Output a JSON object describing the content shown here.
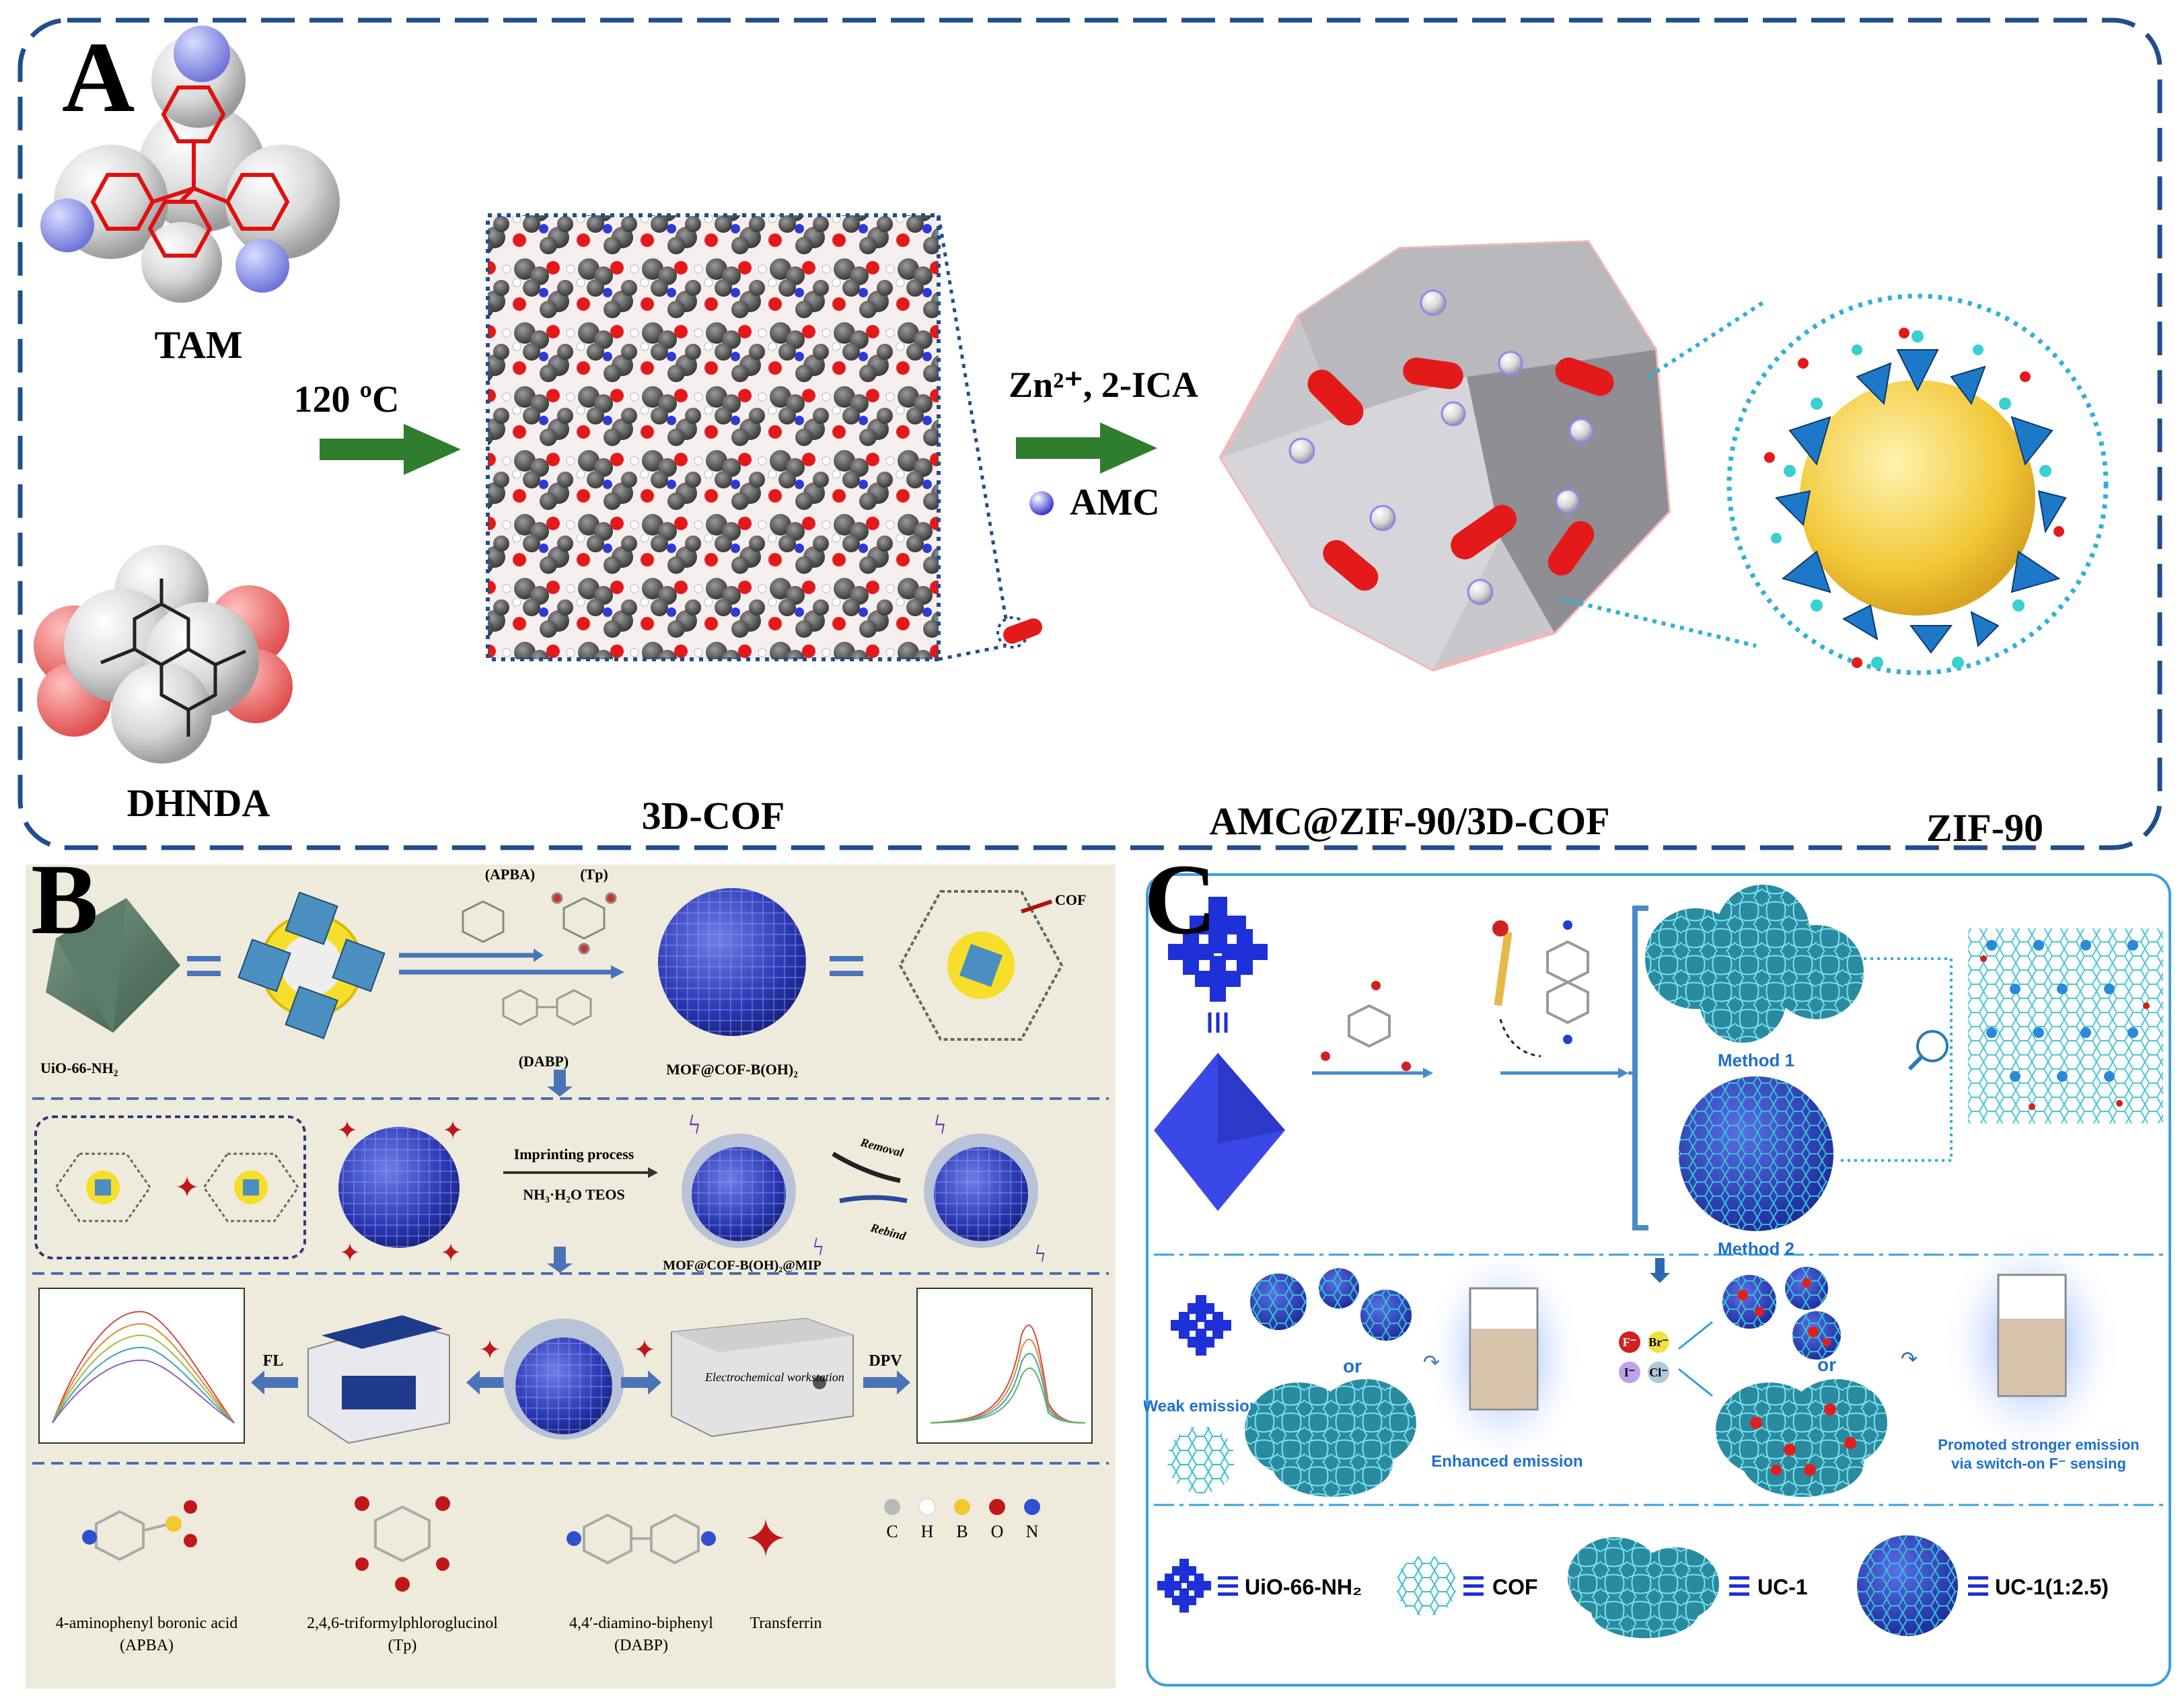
{
  "colors": {
    "frame_a": "#1f4e8c",
    "panel_b_bg": "#efebdc",
    "frame_c": "#3aa0e0",
    "green_arrow": "#2f7d2f",
    "blue_arrow": "#4a74b8",
    "c_blue_text": "#1e6fd0"
  },
  "panel_a": {
    "letter": "A",
    "tam": "TAM",
    "dhnda": "DHNDA",
    "temp": "120 ºC",
    "reagents": "Zn²⁺, 2-ICA",
    "amc": "AMC",
    "cof3d": "3D-COF",
    "amc_zif": "AMC@ZIF-90/3D-COF",
    "zif90": "ZIF-90"
  },
  "panel_b": {
    "letter": "B",
    "uio": "UiO-66-NH₂",
    "apba": "(APBA)",
    "tp": "(Tp)",
    "dabp": "(DABP)",
    "mof_cof": "MOF@COF-B(OH)₂",
    "cof": "COF",
    "imprinting": "Imprinting process",
    "nh3": "NH₃·H₂O TEOS",
    "removal": "Removal",
    "rebind": "Rebind",
    "mip": "MOF@COF-B(OH)₂@MIP",
    "fl": "FL",
    "dpv": "DPV",
    "workstation": "Electrochemical workstation",
    "legend_atoms": [
      "C",
      "H",
      "B",
      "O",
      "N"
    ],
    "bottom_labels": [
      {
        "name": "4-aminophenyl boronic acid",
        "abbr": "(APBA)"
      },
      {
        "name": "2,4,6-triformylphloroglucinol",
        "abbr": "(Tp)"
      },
      {
        "name": "4,4′-diamino-biphenyl",
        "abbr": "(DABP)"
      },
      {
        "name": "Transferrin",
        "abbr": ""
      }
    ]
  },
  "panel_c": {
    "letter": "C",
    "method1": "Method 1",
    "method2": "Method 2",
    "weak": "Weak emission",
    "or1": "or",
    "or2": "or",
    "enhanced": "Enhanced emission",
    "promoted_line1": "Promoted stronger emission",
    "promoted_line2": "via switch-on F⁻ sensing",
    "ions": [
      "F⁻",
      "Br⁻",
      "I⁻",
      "Cl⁻"
    ],
    "legend": [
      "UiO-66-NH₂",
      "COF",
      "UC-1",
      "UC-1(1:2.5)"
    ]
  }
}
